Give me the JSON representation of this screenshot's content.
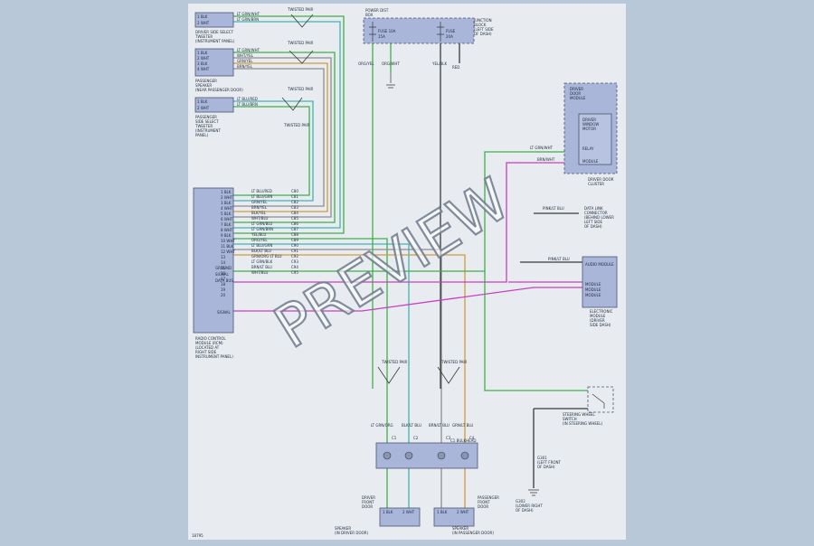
{
  "watermark": "PREVIEW",
  "page_code": "18795",
  "colors": {
    "page_bg": "#b9c8d8",
    "sheet": "#e8ecf1",
    "component_fill": "#a9b6da",
    "wire_green": "#3fae49",
    "wire_teal": "#43b3b3",
    "wire_gray": "#8c8c8c",
    "wire_orange": "#d29a3c",
    "wire_violet": "#c840c0",
    "wire_dark": "#3a3a3a"
  },
  "components": {
    "front_speaker": {
      "lines": [
        "DRIVER SIDE SELECT",
        "TWEETER",
        "(INSTRUMENT PANEL)"
      ],
      "pins": [
        "1 BLK",
        "2 WHT"
      ]
    },
    "sat_receiver": {
      "lines": [
        "PASSENGER",
        "SPEAKER",
        "(NEAR PASSENGER DOOR)"
      ],
      "pins": [
        "1 BLK",
        "2 WHT",
        "3 BLK",
        "4 WHT"
      ]
    },
    "tweeter_right": {
      "lines": [
        "PASSENGER",
        "SIDE SELECT",
        "TWEETER",
        "(INSTRUMENT",
        "PANEL)"
      ],
      "pins": [
        "1 BLK",
        "2 WHT"
      ]
    },
    "radio": {
      "lines": [
        "RADIO CONTROL",
        "MODULE (RCM)",
        "(LOCATED AT",
        "RIGHT SIDE",
        "INSTRUMENT PANEL)"
      ],
      "pins": [
        "1 BLK",
        "2 WHT",
        "3 BLK",
        "4 WHT",
        "5 BLK",
        "6 WHT",
        "7 BLK",
        "8 WHT",
        "9 BLK",
        "10 WHT",
        "11 BLK",
        "12 WHT",
        "13",
        "14",
        "15",
        "16",
        "17",
        "18",
        "19",
        "20"
      ],
      "sig_labels": [
        "GROUND",
        "SIGNAL",
        "DATA BUS",
        "SIGNAL"
      ]
    },
    "top_left_fuse": {
      "lines": [
        "POWER DIST",
        "BOX"
      ],
      "pins": [
        "FUSE 10A",
        "15A"
      ]
    },
    "top_right_fuse": {
      "lines": [
        "JUNCTION",
        "BLOCK",
        "(LEFT SIDE",
        "OF DASH)"
      ],
      "pins": [
        "FUSE",
        "20A"
      ]
    },
    "right_module": {
      "lines": [
        "DRIVER",
        "DOOR",
        "MODULE"
      ],
      "inner_lines": [
        "DRIVER",
        "WINDOW",
        "MOTOR"
      ],
      "caption": [
        "DRIVER DOOR",
        "CLUSTER"
      ],
      "pins": [
        "RELAY",
        "MODULE"
      ]
    },
    "connector_note": {
      "lines": [
        "DATA LINK",
        "CONNECTOR",
        "(BEHIND LOWER",
        "LEFT SIDE",
        "OF DASH)"
      ]
    },
    "right_bottom_module": {
      "lines": [
        "AUDIO MODULE",
        "MODULE",
        "MODULE",
        "MODULE"
      ],
      "caption": [
        "ELECTRONIC",
        "MODULE",
        "(DRIVER",
        "SIDE DASH)"
      ]
    },
    "bus_connector": {
      "title": "C1 BULKHEAD",
      "pins": [
        "C1",
        "C2",
        "C3",
        "C4"
      ]
    },
    "switch": {
      "lines": [
        "STEERING WHEEL",
        "SWITCH",
        "(IN STEERING WHEEL)"
      ]
    },
    "ground_note": {
      "lines": [
        "G301",
        "(LEFT FRONT",
        "OF DASH)"
      ]
    },
    "left_bottom": {
      "lines": [
        "DRIVER",
        "FRONT",
        "DOOR",
        "SPEAKER",
        "(IN DRIVER DOOR)"
      ],
      "pins": [
        "1 BLK",
        "2 WHT"
      ]
    },
    "right_bottom": {
      "lines": [
        "PASSENGER",
        "FRONT",
        "DOOR",
        "SPEAKER",
        "(IN PASSENGER DOOR)"
      ],
      "pins": [
        "1 BLK",
        "2 WHT"
      ]
    },
    "ground_bottom": {
      "lines": [
        "G302",
        "(LOWER RIGHT",
        "OF DASH)"
      ]
    }
  },
  "wire_labels": {
    "tw1": [
      "LT GRN/WHT",
      "LT GRN/BRN"
    ],
    "sat": [
      "LT GRN/WHT",
      "WHT/YEL",
      "GRN/YEL",
      "BRN/YEL"
    ],
    "tw2": [
      "LT BLU/RED",
      "LT BLU/BRN"
    ],
    "radio": [
      "LT BLU/RED",
      "LT BLU/GRN",
      "GRN/YEL",
      "BRN/YEL",
      "BLK/YEL",
      "WHT/BLU",
      "LT GRN/BLU",
      "LT GRN/BRN",
      "YEL/BLU",
      "ORG/YEL",
      "LT BLU/GRN",
      "BLK/LT BLU",
      "GRN/ORG LT BLU",
      "LT GRN/BLK",
      "BRN/LT BLU",
      "WHT/BLU"
    ],
    "ckt": [
      "C80",
      "C81",
      "C82",
      "C83",
      "C84",
      "C85",
      "C86",
      "C87",
      "C88",
      "C89",
      "C90",
      "C91",
      "C92",
      "C93",
      "C94",
      "C95"
    ],
    "twisted": "TWISTED PAIR",
    "fuse": [
      "ORG/YEL",
      "ORG/WHT",
      "YEL/BLK",
      "RED"
    ],
    "right": [
      "LT GRN/WHT",
      "BRN/WHT",
      "PINK/LT BLU",
      "PINK/LT BLU"
    ],
    "bottom": [
      "LT GRN/ORG",
      "BLK/LT BLU",
      "BRN/LT BLU",
      "GRN/LT BLU"
    ],
    "pin_nums": [
      "1",
      "2",
      "3",
      "4",
      "5",
      "6",
      "7",
      "8",
      "9",
      "10"
    ]
  }
}
